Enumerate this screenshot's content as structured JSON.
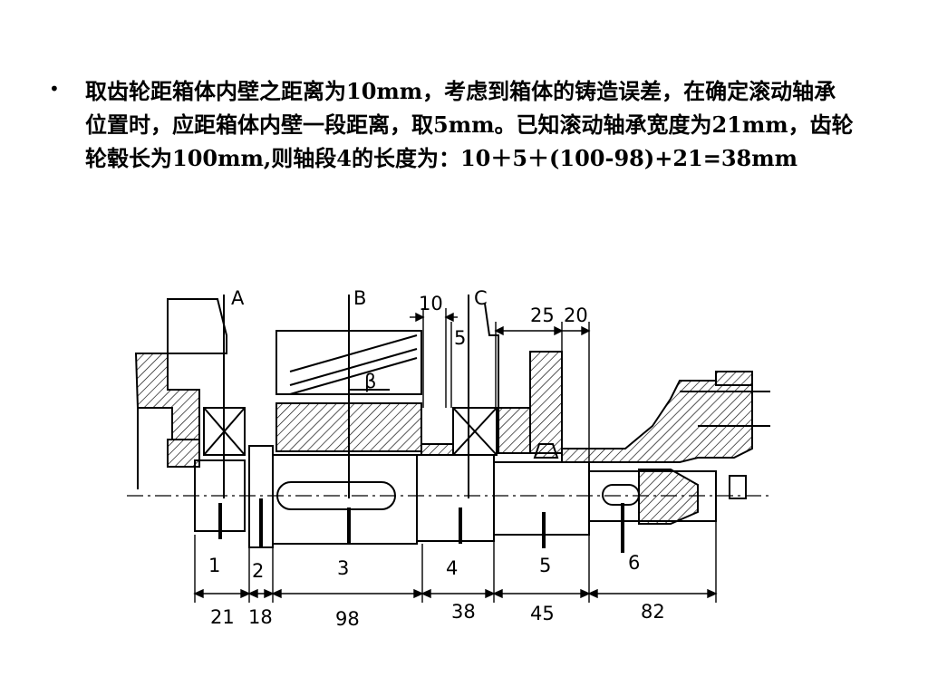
{
  "bullet": {
    "marker": "•",
    "text": "取齿轮距箱体内壁之距离为10mm，考虑到箱体的铸造误差，在确定滚动轴承位置时，应距箱体内壁一段距离，取5mm。已知滚动轴承宽度为21mm，齿轮轮毂长为100mm,则轴段4的长度为：10＋5＋(100-98)+21=38mm"
  },
  "drawing": {
    "section_labels": [
      "A",
      "B",
      "C"
    ],
    "top_dims": [
      "10",
      "5",
      "25",
      "20"
    ],
    "angle_label": "β",
    "segment_numbers": [
      "1",
      "2",
      "3",
      "4",
      "5",
      "6"
    ],
    "segment_lengths": [
      "21",
      "18",
      "98",
      "38",
      "45",
      "82"
    ]
  }
}
